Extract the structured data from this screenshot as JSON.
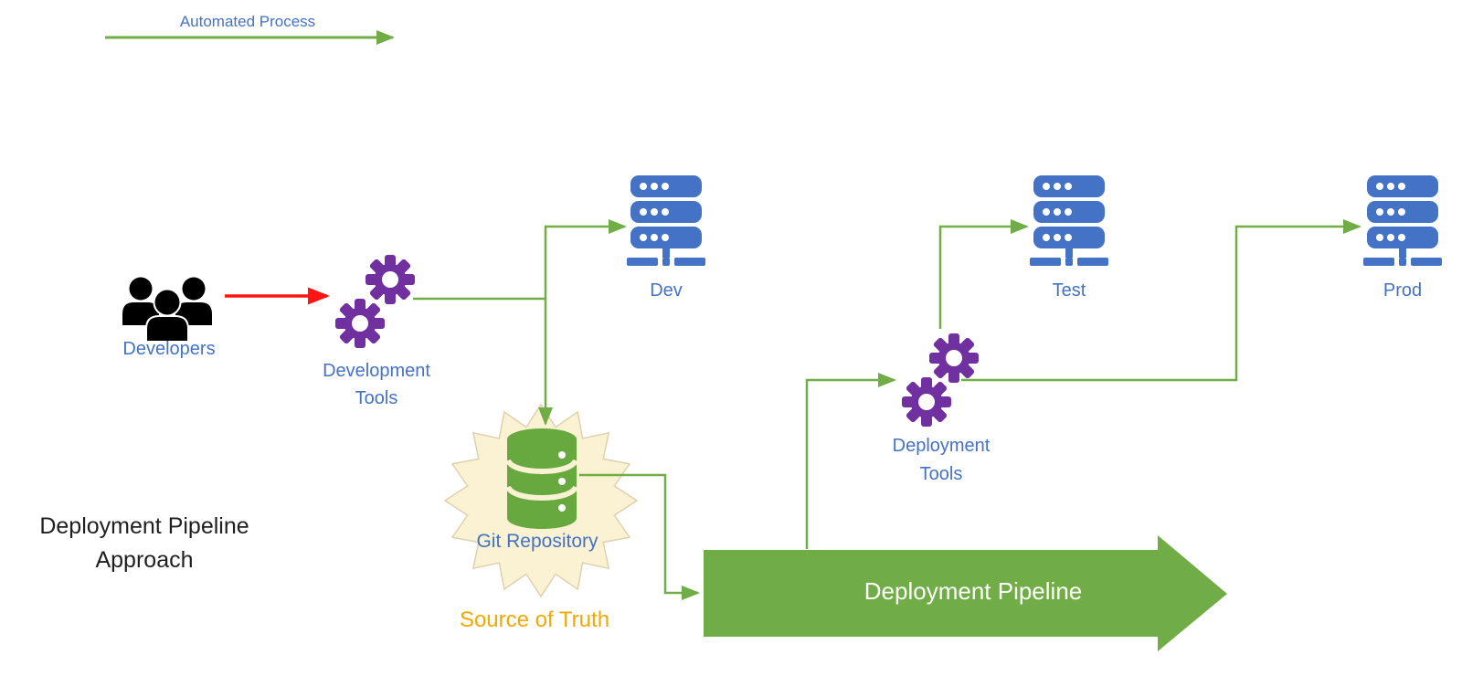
{
  "title": {
    "line1": "Deployment Pipeline",
    "line2": "Approach"
  },
  "legend": {
    "label": "Automated Process",
    "meaning_color": "#70AD47"
  },
  "nodes": {
    "developers": {
      "label": "Developers",
      "icon": "people-icon"
    },
    "development_tools": {
      "line1": "Development",
      "line2": "Tools",
      "icon": "gears-icon"
    },
    "dev": {
      "label": "Dev",
      "icon": "server-icon"
    },
    "test": {
      "label": "Test",
      "icon": "server-icon"
    },
    "prod": {
      "label": "Prod",
      "icon": "server-icon"
    },
    "git_repository": {
      "label": "Git Repository",
      "icon": "database-icon",
      "badge": "starburst-shape"
    },
    "source_of_truth": {
      "label": "Source of Truth"
    },
    "deployment_tools": {
      "line1": "Deployment",
      "line2": "Tools",
      "icon": "gears-icon"
    },
    "deployment_pipeline": {
      "label": "Deployment Pipeline",
      "shape": "big-arrow"
    }
  },
  "edges": [
    {
      "from": "developers",
      "to": "development_tools",
      "style": "red-arrow"
    },
    {
      "from": "development_tools",
      "to": "dev",
      "style": "automated"
    },
    {
      "from": "development_tools",
      "to": "git_repository",
      "style": "automated"
    },
    {
      "from": "git_repository",
      "to": "deployment_pipeline",
      "style": "automated"
    },
    {
      "from": "deployment_pipeline",
      "to": "deployment_tools",
      "style": "automated"
    },
    {
      "from": "deployment_tools",
      "to": "test",
      "style": "automated"
    },
    {
      "from": "deployment_tools",
      "to": "prod",
      "style": "automated"
    }
  ],
  "colors": {
    "green": "#70AD47",
    "red": "#FF1414",
    "blue": "#4472C4",
    "purple": "#7030A0",
    "gold": "#F2A900",
    "cream": "#FBF2D4",
    "cream-stroke": "#DDD2AC",
    "db-green": "#67A83F",
    "ink": "#1f1f1f"
  }
}
